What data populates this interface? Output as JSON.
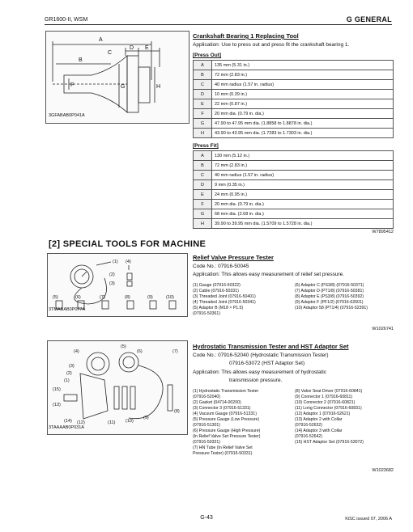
{
  "header": {
    "doc_id": "GR1600-II, WSM",
    "section": "G  GENERAL"
  },
  "figure1": {
    "caption": "3GFABAB0P041A",
    "letters": [
      "A",
      "B",
      "C",
      "D",
      "E",
      "F",
      "G",
      "H"
    ]
  },
  "crank": {
    "title": "Crankshaft Bearing 1 Replacing Tool",
    "application": "Application: Use to press out and press fit the crankshaft bearing 1.",
    "press_out_label": "[Press Out]",
    "press_out": [
      {
        "k": "A",
        "v": "135 mm (5.31 in.)"
      },
      {
        "k": "B",
        "v": "72 mm (2.83 in.)"
      },
      {
        "k": "C",
        "v": "40 mm radius (1.57 in. radius)"
      },
      {
        "k": "D",
        "v": "10 mm (0.39 in.)"
      },
      {
        "k": "E",
        "v": "22 mm (0.87 in.)"
      },
      {
        "k": "F",
        "v": "20 mm dia. (0.79 in. dia.)"
      },
      {
        "k": "G",
        "v": "47.90 to 47.95 mm dia. (1.8858 to 1.8878 in. dia.)"
      },
      {
        "k": "H",
        "v": "43.90 to 43.95 mm dia. (1.7283 to 1.7303 in. dia.)"
      }
    ],
    "press_fit_label": "[Press Fit]",
    "press_fit": [
      {
        "k": "A",
        "v": "130 mm (5.12 in.)"
      },
      {
        "k": "B",
        "v": "72 mm (2.83 in.)"
      },
      {
        "k": "C",
        "v": "40 mm radius (1.57 in. radius)"
      },
      {
        "k": "D",
        "v": "9 mm (0.35 in.)"
      },
      {
        "k": "E",
        "v": "24 mm (0.95 in.)"
      },
      {
        "k": "F",
        "v": "20 mm dia. (0.79 in. dia.)"
      },
      {
        "k": "G",
        "v": "68 mm dia. (2.68 in. dia.)"
      },
      {
        "k": "H",
        "v": "39.90 to 39.95 mm dia. (1.5709 to 1.5728 in. dia.)"
      }
    ],
    "code": "W7895412"
  },
  "section2": {
    "heading": "[2]  SPECIAL TOOLS FOR MACHINE"
  },
  "relief": {
    "caption": "3TMABAB0P077A",
    "callouts": [
      "(1)",
      "(4)",
      "(2)",
      "(3)",
      "(5)",
      "(6)",
      "(7)",
      "(8)",
      "(9)",
      "(10)"
    ],
    "title": "Relief Valve Pressure Tester",
    "code_no": "Code No.:  07916-50045",
    "application": "Application: This allows easy measurement of relief set pressure.",
    "left_items": [
      "(1)  Gauge (07916-50322)",
      "(2)  Cable (07916-50331)",
      "(3)  Threaded Joint (07916-50401)",
      "(4)  Threaded Joint (07916-50341)",
      "(5)  Adaptor B (M18 × P1.5)",
      "      (07916-50361)"
    ],
    "right_items": [
      "(6)  Adaptor C (PS3/8) (07916-50371)",
      "(7)  Adaptor D (PT1/8) (07916-50381)",
      "(8)  Adaptor E (PS3/8) (07916-50392)",
      "(9)  Adaptor F (PF1/2) (07916-62601)",
      "(10) Adaptor 58 (PT1/4) (07916-52391)"
    ],
    "code": "W1026741"
  },
  "hst": {
    "caption": "3TAAAAB0P031A",
    "callouts": [
      "(4)",
      "(5)",
      "(6)",
      "(7)",
      "(3)",
      "(2)",
      "(1)",
      "(15)",
      "(13)",
      "(14)",
      "(12)",
      "(11)",
      "(10)",
      "(9)",
      "(8)"
    ],
    "title": "Hydrostatic Transmission Tester and HST Adaptor Set",
    "code_line1": "Code No.:  07916-52040 (Hydrostatic Transmission Tester)",
    "code_line2": "07916-53072 (HST Adaptor Set)",
    "application1": "Application: This  allows  easy  measurement  of  hydrostatic",
    "application2": "transmission pressure.",
    "left_items": [
      "(1)  Hydrostatic Transmission Tester",
      "      (07916-52040)",
      "(2)  Gasket (04714-00200)",
      "(3)  Connector 3 (07916-51331)",
      "(4)  Vacuum Gauge (07916-51331)",
      "(5)  Pressure Gauge (Low Pressure)",
      "      (07916-51301)",
      "(6)  Pressure Gauge (High Pressure)",
      "      (In Relief Valve Set Pressure Tester)",
      "      (07916-50321)",
      "(7)  HN Tube (In Relief Valve Set",
      "      Pressure Tester) (07916-50331)"
    ],
    "right_items": [
      "(8)  Valve Seat Driver (07916-60841)",
      "(9)  Connector 1 (07916-60811)",
      "(10) Connector 2 (07916-60821)",
      "(11) Long Connector (07916-60831)",
      "(12) Adaptor 1 (07916-52621)",
      "(13) Adaptor 2 with Collar",
      "      (07916-52632)",
      "(14) Adaptor 3 with Collar",
      "      (07916-52642)",
      "(15) HST Adaptor Set (07916-53072)"
    ],
    "code": "W1023682"
  },
  "footer": {
    "page": "G-43",
    "issue": "KiSC issued 07, 2006 A"
  }
}
